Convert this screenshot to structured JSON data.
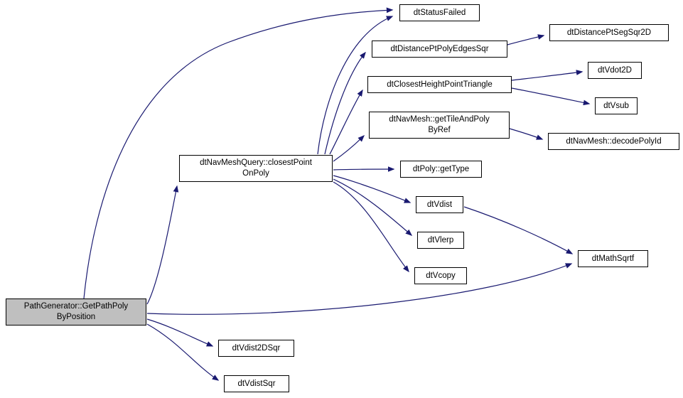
{
  "diagram": {
    "type": "call-graph",
    "colors": {
      "edge": "#191970",
      "node_border": "#000000",
      "node_fill": "#ffffff",
      "highlight_fill": "#bfbfbf"
    },
    "nodes": [
      {
        "id": "PathGenerator::GetPathPolyByPosition",
        "lines": [
          "PathGenerator::GetPathPoly",
          "ByPosition"
        ],
        "highlighted": true
      },
      {
        "id": "dtNavMeshQuery::closestPointOnPoly",
        "lines": [
          "dtNavMeshQuery::closestPoint",
          "OnPoly"
        ],
        "highlighted": false
      },
      {
        "id": "dtStatusFailed",
        "label": "dtStatusFailed"
      },
      {
        "id": "dtDistancePtPolyEdgesSqr",
        "label": "dtDistancePtPolyEdgesSqr"
      },
      {
        "id": "dtDistancePtSegSqr2D",
        "label": "dtDistancePtSegSqr2D"
      },
      {
        "id": "dtClosestHeightPointTriangle",
        "label": "dtClosestHeightPointTriangle"
      },
      {
        "id": "dtVdot2D",
        "label": "dtVdot2D"
      },
      {
        "id": "dtVsub",
        "label": "dtVsub"
      },
      {
        "id": "dtNavMesh::getTileAndPolyByRef",
        "lines": [
          "dtNavMesh::getTileAndPoly",
          "ByRef"
        ],
        "highlighted": false
      },
      {
        "id": "dtNavMesh::decodePolyId",
        "label": "dtNavMesh::decodePolyId"
      },
      {
        "id": "dtPoly::getType",
        "label": "dtPoly::getType"
      },
      {
        "id": "dtVdist",
        "label": "dtVdist"
      },
      {
        "id": "dtVlerp",
        "label": "dtVlerp"
      },
      {
        "id": "dtVcopy",
        "label": "dtVcopy"
      },
      {
        "id": "dtMathSqrtf",
        "label": "dtMathSqrtf"
      },
      {
        "id": "dtVdist2DSqr",
        "label": "dtVdist2DSqr"
      },
      {
        "id": "dtVdistSqr",
        "label": "dtVdistSqr"
      }
    ],
    "edges": [
      {
        "from": "PathGenerator::GetPathPolyByPosition",
        "to": "dtStatusFailed"
      },
      {
        "from": "PathGenerator::GetPathPolyByPosition",
        "to": "dtNavMeshQuery::closestPointOnPoly"
      },
      {
        "from": "PathGenerator::GetPathPolyByPosition",
        "to": "dtMathSqrtf"
      },
      {
        "from": "PathGenerator::GetPathPolyByPosition",
        "to": "dtVdist2DSqr"
      },
      {
        "from": "PathGenerator::GetPathPolyByPosition",
        "to": "dtVdistSqr"
      },
      {
        "from": "dtNavMeshQuery::closestPointOnPoly",
        "to": "dtStatusFailed"
      },
      {
        "from": "dtNavMeshQuery::closestPointOnPoly",
        "to": "dtDistancePtPolyEdgesSqr"
      },
      {
        "from": "dtNavMeshQuery::closestPointOnPoly",
        "to": "dtClosestHeightPointTriangle"
      },
      {
        "from": "dtNavMeshQuery::closestPointOnPoly",
        "to": "dtNavMesh::getTileAndPolyByRef"
      },
      {
        "from": "dtNavMeshQuery::closestPointOnPoly",
        "to": "dtPoly::getType"
      },
      {
        "from": "dtNavMeshQuery::closestPointOnPoly",
        "to": "dtVdist"
      },
      {
        "from": "dtNavMeshQuery::closestPointOnPoly",
        "to": "dtVlerp"
      },
      {
        "from": "dtNavMeshQuery::closestPointOnPoly",
        "to": "dtVcopy"
      },
      {
        "from": "dtDistancePtPolyEdgesSqr",
        "to": "dtDistancePtSegSqr2D"
      },
      {
        "from": "dtClosestHeightPointTriangle",
        "to": "dtVdot2D"
      },
      {
        "from": "dtClosestHeightPointTriangle",
        "to": "dtVsub"
      },
      {
        "from": "dtNavMesh::getTileAndPolyByRef",
        "to": "dtNavMesh::decodePolyId"
      },
      {
        "from": "dtVdist",
        "to": "dtMathSqrtf"
      }
    ]
  }
}
